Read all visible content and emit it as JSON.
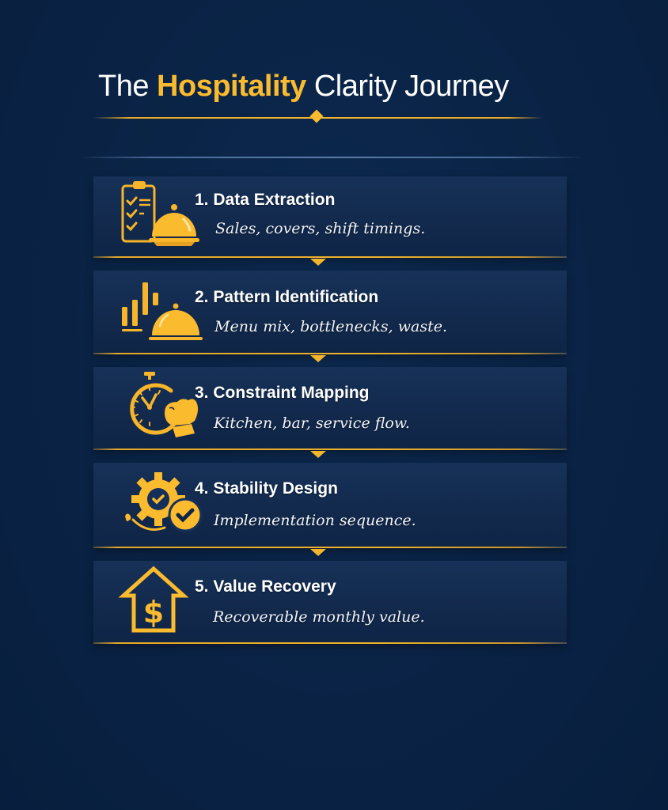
{
  "header": {
    "title_prefix": "The",
    "title_accent": "Hospitality",
    "title_suffix": "Clarity Journey"
  },
  "colors": {
    "background": "#0a2447",
    "card": "#13294d",
    "accent_gold": "#fbbb2e",
    "text": "#ffffff"
  },
  "steps": [
    {
      "number": "1.",
      "title": "Data Extraction",
      "subtitle": "Sales, covers, shift timings.",
      "icon": "clipboard-cloche-icon"
    },
    {
      "number": "2.",
      "title": "Pattern Identification",
      "subtitle": "Menu mix, bottlenecks, waste.",
      "icon": "bar-chart-cloche-icon"
    },
    {
      "number": "3.",
      "title": "Constraint Mapping",
      "subtitle": "Kitchen, bar, service flow.",
      "icon": "stopwatch-oven-mitt-icon"
    },
    {
      "number": "4.",
      "title": "Stability Design",
      "subtitle": "Implementation sequence.",
      "icon": "gear-check-icon"
    },
    {
      "number": "5.",
      "title": "Value Recovery",
      "subtitle": "Recoverable monthly value.",
      "icon": "house-dollar-icon"
    }
  ]
}
